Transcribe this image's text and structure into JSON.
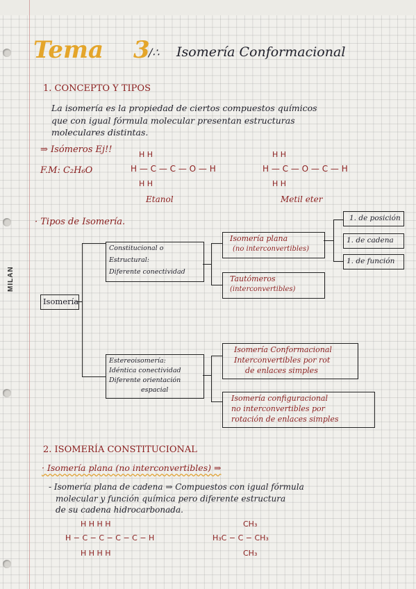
{
  "header": {
    "tema_word": "Tema",
    "tema_number": "3",
    "title": "Isomería Conformacional"
  },
  "section1": {
    "heading": "1. CONCEPTO Y TIPOS",
    "definition_lines": [
      "La isomería es la propiedad de ciertos compuestos químicos",
      "que con igual fórmula molecular presentan estructuras",
      "moleculares distintas."
    ],
    "example_label": "⇒ Isómeros Ej!!",
    "formula_label": "F.M: C₂H₆O",
    "molecule_left_name": "Etanol",
    "molecule_right_name": "Metil eter",
    "etanol": {
      "top": "H      H",
      "middle": "H — C — C — O — H",
      "bottom": "H      H"
    },
    "metileter": {
      "top": "H             H",
      "middle": "H — C — O — C — H",
      "bottom": "H             H"
    }
  },
  "tipos": {
    "label": "· Tipos de Isomería.",
    "root": "Isomería",
    "constitucional": [
      "Constitucional o",
      "Estructural:",
      "Diferente conectividad"
    ],
    "estereo": [
      "Estereoisomería:",
      "Idéntica conectividad",
      "Diferente orientación",
      "espacial"
    ],
    "plana": [
      "Isomería plana",
      "(no interconvertibles)"
    ],
    "tautomeros": [
      "Tautómeros",
      "(interconvertibles)"
    ],
    "conformacional": [
      "Isomería Conformacional",
      "Interconvertibles por rot",
      "de enlaces simples"
    ],
    "configuracional": [
      "Isomería configuracional",
      "no interconvertibles por",
      "rotación de enlaces simples"
    ],
    "posicion": "1. de posición",
    "cadena": "1. de cadena",
    "funcion": "1. de función"
  },
  "section2": {
    "heading": "2. ISOMERÍA CONSTITUCIONAL",
    "subheading": "· Isomería plana (no interconvertibles) ⇒",
    "text_lines": [
      "- Isomería plana de cadena ⇒ Compuestos con igual fórmula",
      "molecular y función química pero diferente estructura",
      "de su cadena hidrocarbonada."
    ],
    "butane": {
      "top": "H   H   H   H",
      "middle": "H − C − C − C − C − H",
      "bottom": "H   H   H   H"
    },
    "isobutane": {
      "top": "CH₃",
      "middle": "H₃C − C − CH₃",
      "bottom": "CH₃"
    }
  },
  "brand": "MILAN"
}
